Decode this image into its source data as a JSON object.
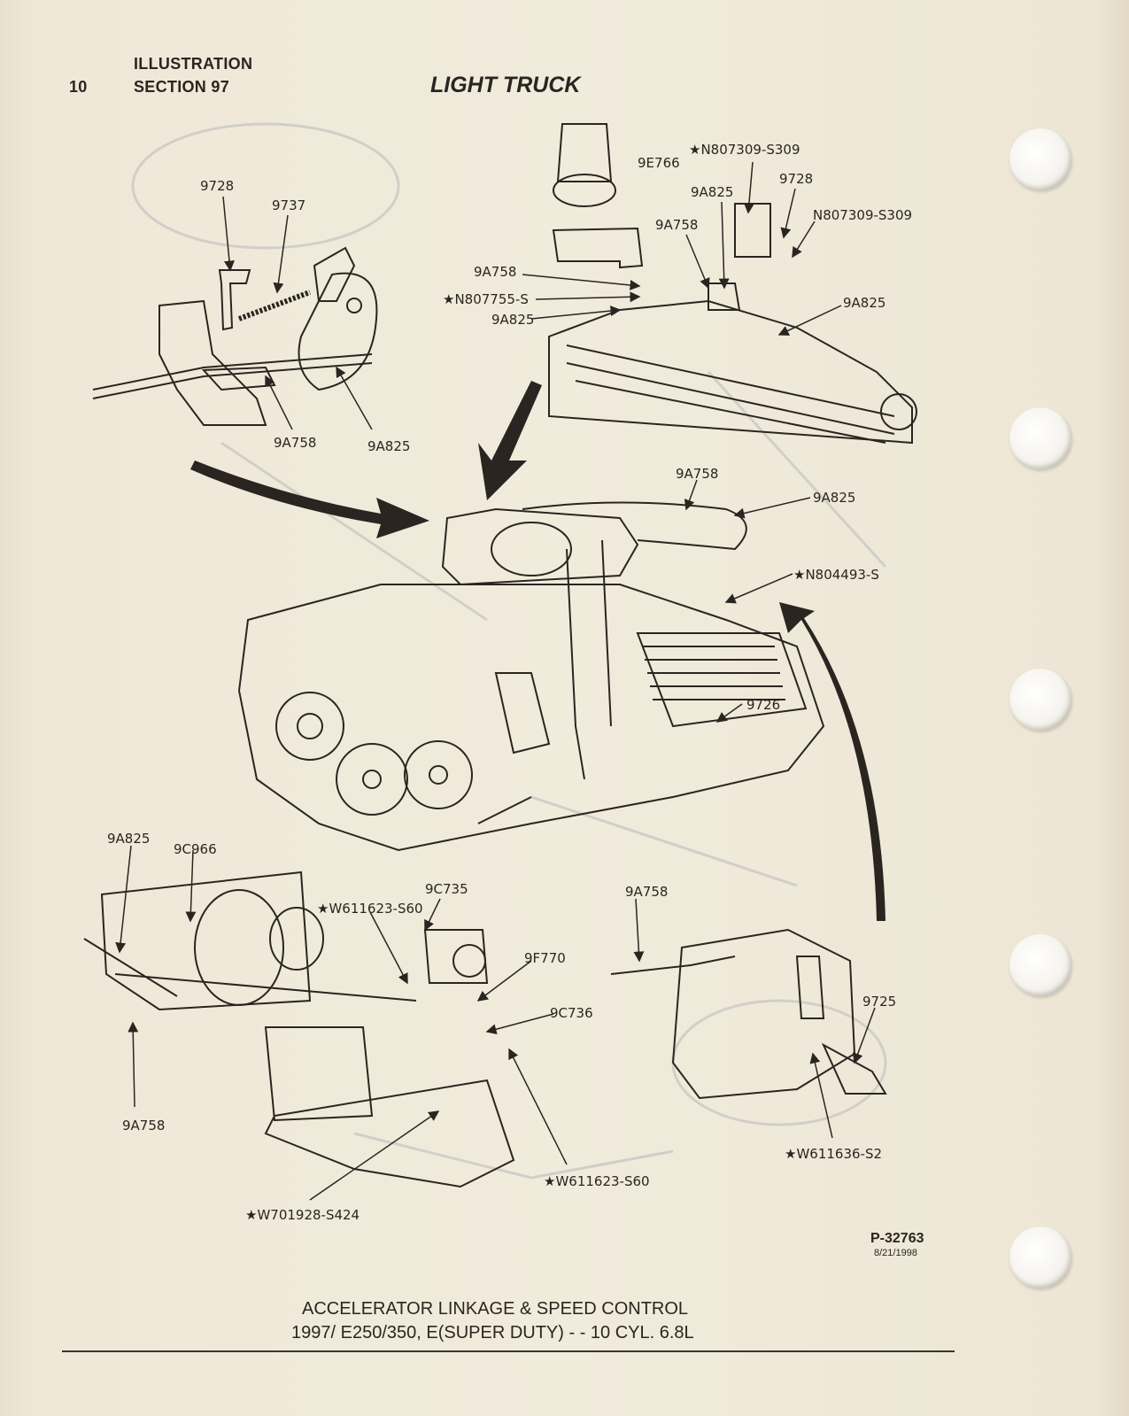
{
  "header": {
    "page_number": "10",
    "illustration_label": "ILLUSTRATION",
    "section_label": "SECTION 97",
    "title": "LIGHT TRUCK"
  },
  "callouts": {
    "c_9728_a": "9728",
    "c_9737": "9737",
    "c_9a758_a": "9A758",
    "c_9a825_a": "9A825",
    "c_9e766": "9E766",
    "c_n807309_a": "★N807309-S309",
    "c_9a825_b": "9A825",
    "c_9728_b": "9728",
    "c_n807309_b": "N807309-S309",
    "c_9a758_b": "9A758",
    "c_9a758_c": "9A758",
    "c_n807755": "★N807755-S",
    "c_9a825_c": "9A825",
    "c_9a825_d": "9A825",
    "c_9a758_d": "9A758",
    "c_9a825_e": "9A825",
    "c_n804493": "★N804493-S",
    "c_9726": "9726",
    "c_9a825_f": "9A825",
    "c_9c966": "9C966",
    "c_9c735": "9C735",
    "c_w611623_a": "★W611623-S60",
    "c_9f770": "9F770",
    "c_9c736": "9C736",
    "c_9a758_e": "9A758",
    "c_9a758_f": "9A758",
    "c_9725": "9725",
    "c_w611636": "★W611636-S2",
    "c_w611623_b": "★W611623-S60",
    "c_w701928": "★W701928-S424"
  },
  "reference": {
    "code": "P-32763",
    "date": "8/21/1998"
  },
  "caption": {
    "line1": "ACCELERATOR LINKAGE & SPEED CONTROL",
    "line2": "1997/ E250/350, E(SUPER DUTY) - - 10 CYL. 6.8L"
  }
}
